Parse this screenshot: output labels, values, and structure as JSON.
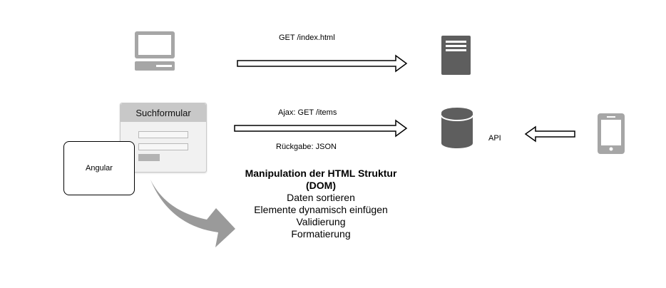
{
  "requests": {
    "get_index_label": "GET /index.html",
    "ajax_label": "Ajax: GET /items",
    "return_label": "Rückgabe: JSON",
    "api_label": "API"
  },
  "form": {
    "title": "Suchformular"
  },
  "angular": {
    "label": "Angular"
  },
  "dom": {
    "title_line1": "Manipulation der HTML Struktur",
    "title_line2": "(DOM)",
    "items": [
      "Daten sortieren",
      "Elemente dynamisch einfügen",
      "Validierung",
      "Formatierung"
    ]
  },
  "icons": {
    "computer": "desktop-computer-icon",
    "server": "server-icon",
    "database": "database-icon",
    "mobile": "mobile-phone-icon"
  },
  "colors": {
    "icon_gray": "#8a8a8a",
    "icon_dark": "#5e5e5e",
    "arrow_fill": "#9a9a9a"
  }
}
